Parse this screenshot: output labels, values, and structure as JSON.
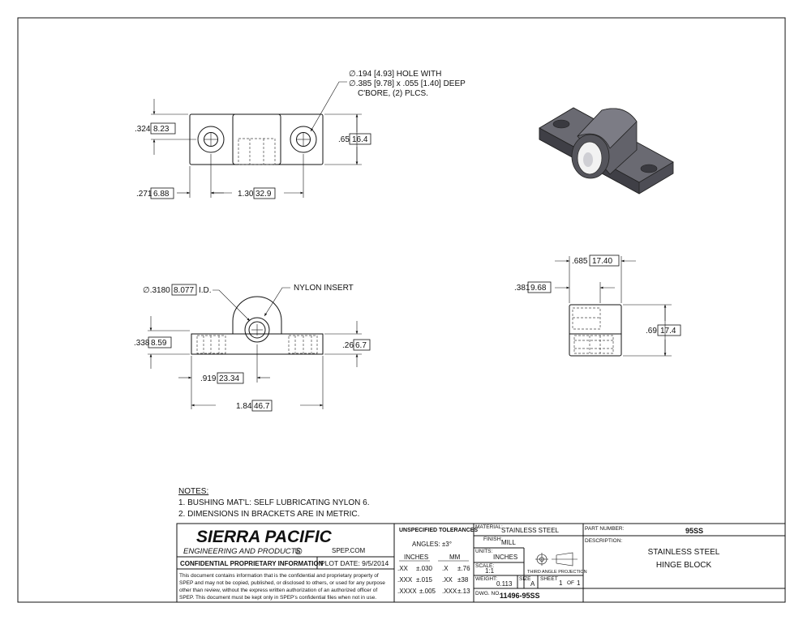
{
  "views": {
    "top": {
      "callout_hole_line1": "∅.194 [4.93] HOLE WITH",
      "callout_hole_line2": "∅.385 [9.78] x .055 [1.40] DEEP",
      "callout_hole_line3": "C'BORE, (2) PLCS.",
      "dim_height_left": ".324",
      "dim_height_left_mm": "8.23",
      "dim_height_right": ".65",
      "dim_height_right_mm": "16.4",
      "dim_edge_left": ".271",
      "dim_edge_left_mm": "6.88",
      "dim_hole_spacing": "1.30",
      "dim_hole_spacing_mm": "32.9"
    },
    "front": {
      "callout_id": "∅.3180",
      "callout_id_mm": "8.077",
      "callout_id_suffix": "I.D.",
      "callout_insert": "NYLON INSERT",
      "dim_base_height": ".338",
      "dim_base_height_mm": "8.59",
      "dim_flange": ".26",
      "dim_flange_mm": "6.7",
      "dim_center": ".919",
      "dim_center_mm": "23.34",
      "dim_overall": "1.84",
      "dim_overall_mm": "46.7"
    },
    "side": {
      "dim_width": ".685",
      "dim_width_mm": "17.40",
      "dim_offset": ".381",
      "dim_offset_mm": "9.68",
      "dim_height": ".69",
      "dim_height_mm": "17.4"
    }
  },
  "notes": {
    "heading": "NOTES:",
    "items": [
      "1.  BUSHING MAT'L: SELF LUBRICATING NYLON 6.",
      "2.  DIMENSIONS IN BRACKETS ARE IN METRIC."
    ]
  },
  "title_block": {
    "company": "SIERRA PACIFIC",
    "company_sub": "ENGINEERING AND PRODUCTS",
    "registered": "®",
    "website": "SPEP.COM",
    "confidential_label": "CONFIDENTIAL PROPRIETARY INFORMATION",
    "plot_date": "PLOT DATE:  9/5/2014",
    "confidential_text": [
      "This document contains information that is the confidential and proprietary property of",
      "SPEP and may not be copied, published, or disclosed to others, or used for any purpose",
      "other than review, without the express written authorization of an authorized officer of",
      "SPEP. This document must be kept only in SPEP's confidential files when not in use."
    ],
    "tolerances_title": "UNSPECIFIED TOLERANCES",
    "angles": "ANGLES: ±3°",
    "inches_header": "INCHES",
    "mm_header": "MM",
    "tolerance_rows": [
      {
        "in_label": ".XX",
        "in_val": "±.030",
        "mm_label": ".X",
        "mm_val": "±.76"
      },
      {
        "in_label": ".XXX",
        "in_val": "±.015",
        "mm_label": ".XX",
        "mm_val": "±38"
      },
      {
        "in_label": ".XXXX",
        "in_val": "±.005",
        "mm_label": ".XXX",
        "mm_val": "±.13"
      }
    ],
    "material_label": "MATERIAL:",
    "material": "STAINLESS STEEL",
    "finish_label": "FINISH:",
    "finish": "MILL",
    "units_label": "UNITS:",
    "units": "INCHES",
    "scale_label": "SCALE:",
    "scale": "1:1",
    "projection": "THIRD ANGLE PROJECTION",
    "weight_label": "WEIGHT:",
    "weight": "0.113",
    "size_label": "SIZE",
    "size": "A",
    "sheet_label": "SHEET",
    "sheet": "1",
    "of_label": "OF",
    "sheet_total": "1",
    "dwg_label": "DWG. NO.",
    "dwg_no": "11496-95SS",
    "part_label": "PART NUMBER:",
    "part_number": "95SS",
    "description_label": "DESCRIPTION:",
    "description_line1": "STAINLESS STEEL",
    "description_line2": "HINGE BLOCK"
  },
  "colors": {
    "line": "#111111",
    "part_body": "#5a5a62",
    "insert": "#f2f2f2"
  }
}
